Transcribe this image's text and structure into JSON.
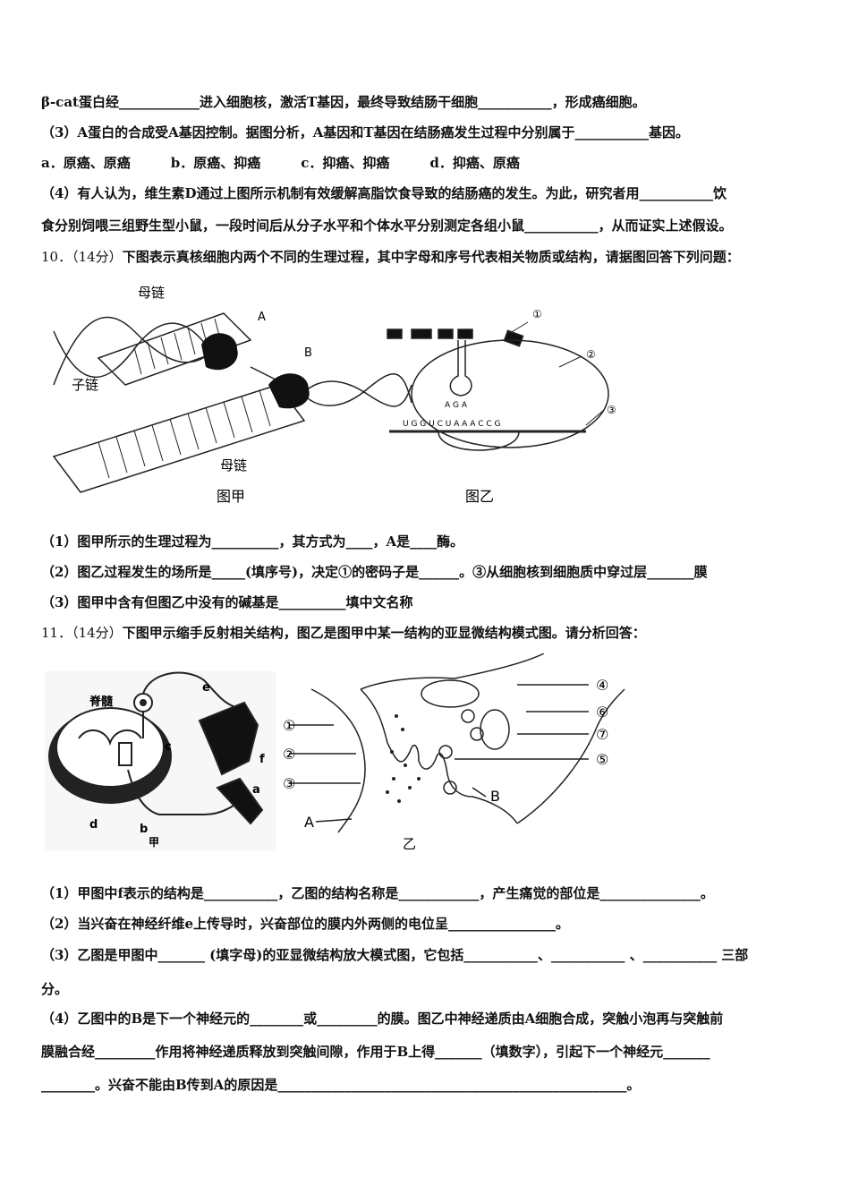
{
  "lines": {
    "l1": "β-cat蛋白经____________进入细胞核，激活T基因，最终导致结肠干细胞___________，形成癌细胞。",
    "l2": "（3）A蛋白的合成受A基因控制。据图分析，A基因和T基因在结肠癌发生过程中分别属于___________基因。",
    "l3": "a．原癌、原癌　　　b．原癌、抑癌　　　c．抑癌、抑癌　　　d．抑癌、原癌",
    "l4": "（4）有人认为，维生素D通过上图所示机制有效缓解高脂饮食导致的结肠癌的发生。为此，研究者用___________饮",
    "l5": "食分别饲喂三组野生型小鼠，一段时间后从分子水平和个体水平分别测定各组小鼠___________，从而证实上述假设。",
    "q10_num": "10．（14分）",
    "q10_text": "下图表示真核细胞内两个不同的生理过程，其中字母和序号代表相关物质或结构，请据图回答下列问题：",
    "l7": "（1）图甲所示的生理过程为__________，其方式为____，A是____酶。",
    "l8": "（2）图乙过程发生的场所是_____(填序号)，决定①的密码子是______。③从细胞核到细胞质中穿过层_______膜",
    "l9": "（3）图甲中含有但图乙中没有的碱基是__________填中文名称",
    "q11_num": "11．（14分）",
    "q11_text": "下图甲示缩手反射相关结构，图乙是图甲中某一结构的亚显微结构模式图。请分析回答：",
    "l11": "（1）甲图中f表示的结构是___________，乙图的结构名称是____________，产生痛觉的部位是_______________。",
    "l12": "（2）当兴奋在神经纤维e上传导时，兴奋部位的膜内外两侧的电位呈________________。",
    "l13": "（3）乙图是甲图中_______ (填字母)的亚显微结构放大模式图，它包括___________、___________ 、___________ 三部",
    "l14": "分。",
    "l15": "（4）乙图中的B是下一个神经元的________或_________的膜。图乙中神经递质由A细胞合成，突触小泡再与突触前",
    "l16": "膜融合经_________作用将神经递质释放到突触间隙，作用于B上得_______（填数字），引起下一个神经元_______",
    "l17": "________。兴奋不能由B传到A的原因是____________________________________________________。"
  },
  "fig10": {
    "parent1": "母链",
    "parent2": "母链",
    "daughter": "子链",
    "label_a": "A",
    "label_b": "B",
    "cap_a": "图甲",
    "cap_b": "图乙",
    "n1": "①",
    "n2": "②",
    "n3": "③",
    "anticodon": "A G A",
    "mrna": "U G G U C U A A A C C G"
  },
  "fig11": {
    "spinal": "脊髓",
    "a": "a",
    "b": "b",
    "c": "c",
    "d": "d",
    "e": "e",
    "f": "f",
    "cap_a": "甲",
    "cap_b": "乙",
    "n1": "①",
    "n2": "②",
    "n3": "③",
    "n4": "④",
    "n5": "⑤",
    "n6": "⑥",
    "n7": "⑦",
    "A": "A",
    "B": "B"
  }
}
